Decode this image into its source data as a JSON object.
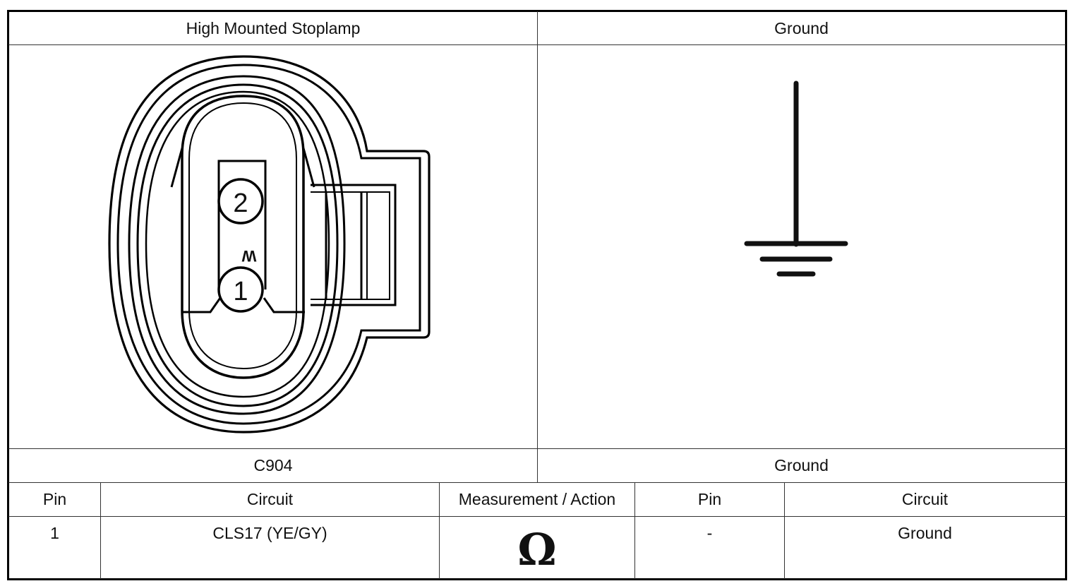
{
  "header": {
    "left_title": "High Mounted Stoplamp",
    "right_title": "Ground"
  },
  "connector": {
    "pin_top": "2",
    "pin_bottom": "1",
    "marking": "W"
  },
  "ground_icon": "ground-symbol-icon",
  "footer": {
    "left_label": "C904",
    "right_label": "Ground"
  },
  "table": {
    "headers": [
      "Pin",
      "Circuit",
      "Measurement / Action",
      "Pin",
      "Circuit"
    ],
    "row": {
      "pin_a": "1",
      "circuit_a": "CLS17 (YE/GY)",
      "measurement_icon": "ohm-icon",
      "measurement_symbol": "Ω",
      "pin_b": "-",
      "circuit_b": "Ground"
    }
  }
}
